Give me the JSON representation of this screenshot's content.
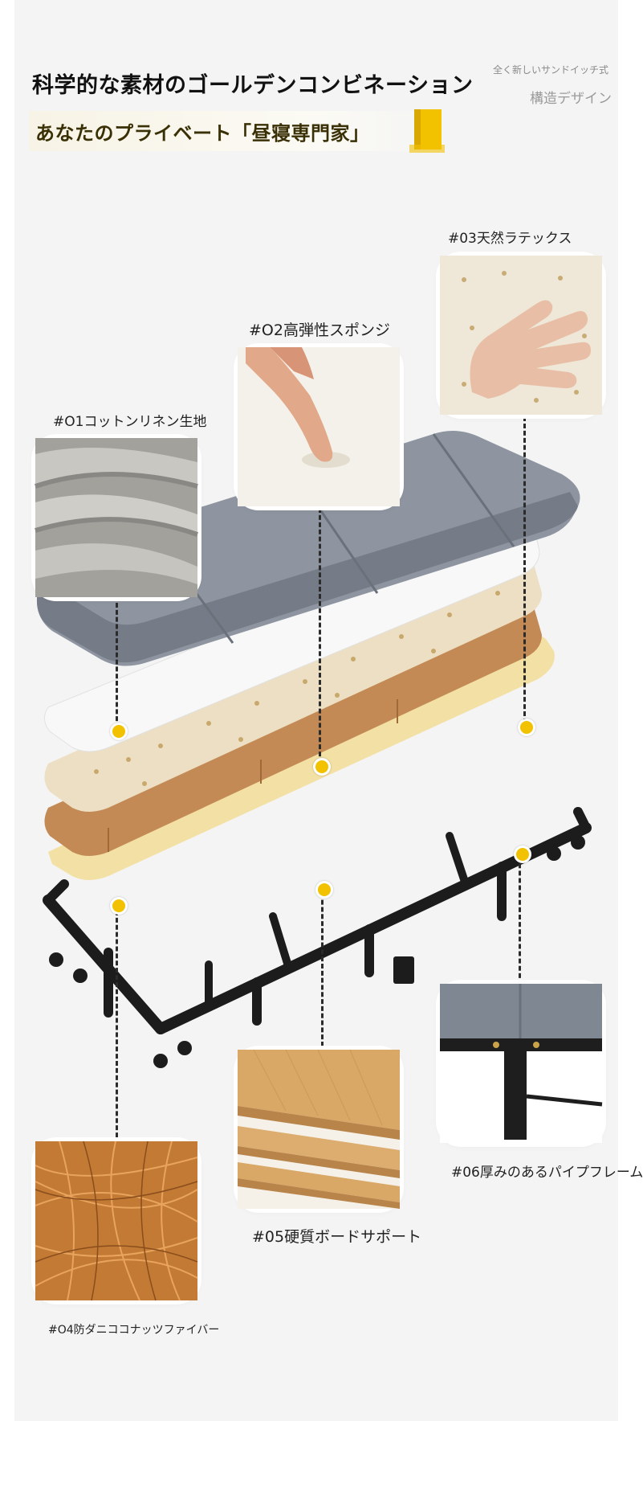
{
  "header": {
    "title": "科学的な素材のゴールデンコンビネーション",
    "subtitle": "あなたのプライベート「昼寝専門家」",
    "tag_small": "全く新しいサンドイッチ式",
    "tag_large": "構造デザイン"
  },
  "layers": {
    "l01": "#O1コットンリネン生地",
    "l02": "#O2高弾性スポンジ",
    "l03": "#03天然ラテックス",
    "l04": "#O4防ダニココナッツファイバー",
    "l05": "#05硬質ボードサポート",
    "l06": "#06厚みのあるパイプフレーム"
  },
  "colors": {
    "accent": "#f2c200",
    "fabric": "#8e95a0",
    "foam": "#f6f6f6",
    "latex": "#ecdfc3",
    "coir": "#c48a55",
    "board": "#f3d98a",
    "frame": "#222222"
  },
  "icons": [
    "linen-fabric-image",
    "sponge-press-image",
    "latex-hand-image",
    "coconut-fiber-image",
    "plywood-board-image",
    "pipe-frame-image"
  ]
}
